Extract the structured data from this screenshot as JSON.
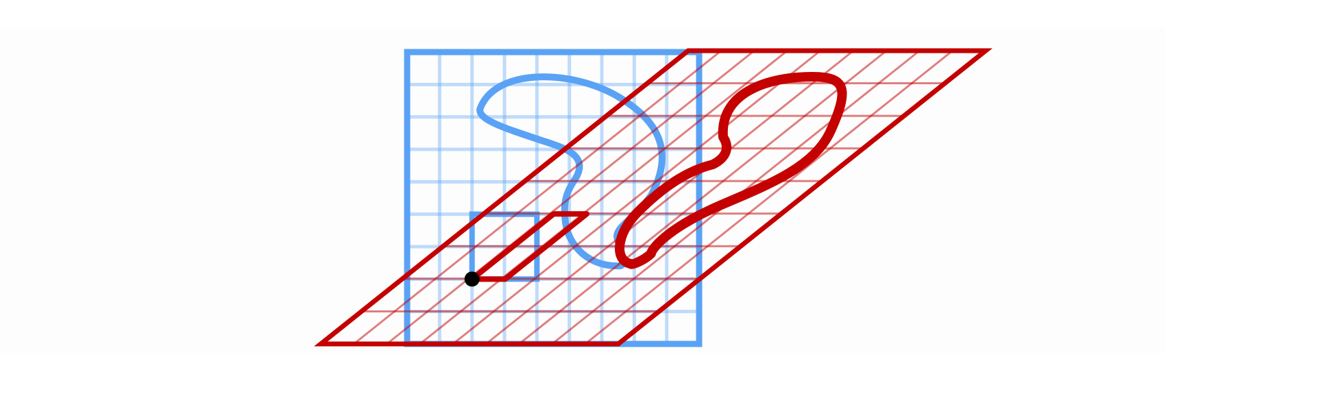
{
  "diagram": {
    "kind": "shear-transformation",
    "original_grid": {
      "color": "#5aa2f5",
      "divisions": 9
    },
    "sheared_grid": {
      "color": "#c40000",
      "divisions": 9
    },
    "origin_marker": {
      "color": "#000000"
    },
    "curve_original_color": "#5aa2f5",
    "curve_sheared_color": "#c40000"
  }
}
